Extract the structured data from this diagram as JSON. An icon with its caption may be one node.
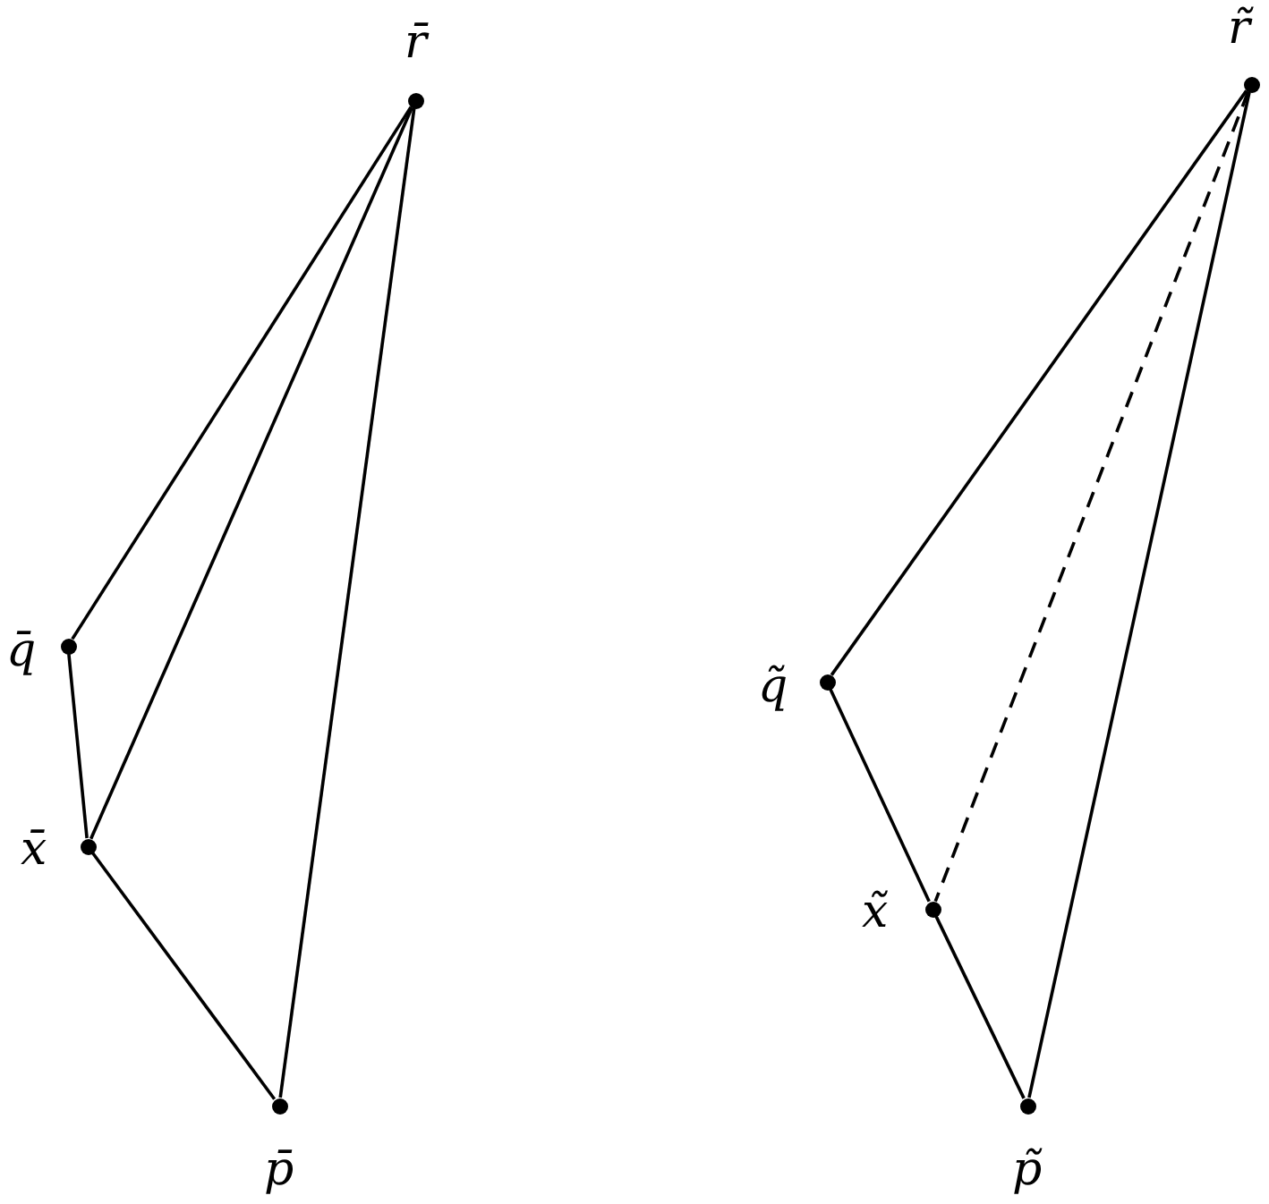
{
  "diagram": {
    "nodes": [
      {
        "text": [],
        "shape": "circle",
        "beside": [
          "r̄"
        ]
      },
      {
        "text": [],
        "shape": "circle",
        "beside": [
          "q̄"
        ]
      },
      {
        "text": [],
        "shape": "circle",
        "beside": [
          "x̄"
        ]
      },
      {
        "text": [],
        "shape": "circle",
        "beside": [
          "p̄"
        ]
      },
      {
        "text": [],
        "shape": "circle",
        "beside": [
          "r̃"
        ]
      },
      {
        "text": [],
        "shape": "circle",
        "beside": [
          "q̃"
        ]
      },
      {
        "text": [],
        "shape": "circle",
        "beside": [
          "x̃"
        ]
      },
      {
        "text": [],
        "shape": "circle",
        "beside": [
          "p̃"
        ]
      }
    ],
    "edges": [
      {
        "from": 0,
        "to": 1,
        "arrow": "none"
      },
      {
        "from": 0,
        "to": 2,
        "arrow": "none"
      },
      {
        "from": 0,
        "to": 3,
        "arrow": "none"
      },
      {
        "from": 1,
        "to": 2,
        "arrow": "none"
      },
      {
        "from": 2,
        "to": 3,
        "arrow": "none"
      },
      {
        "from": 4,
        "to": 5,
        "arrow": "none"
      },
      {
        "from": 4,
        "to": 6,
        "arrow": "none",
        "style": "dashed"
      },
      {
        "from": 4,
        "to": 7,
        "arrow": "none"
      },
      {
        "from": 5,
        "to": 6,
        "arrow": "none"
      },
      {
        "from": 6,
        "to": 7,
        "arrow": "none"
      }
    ]
  }
}
